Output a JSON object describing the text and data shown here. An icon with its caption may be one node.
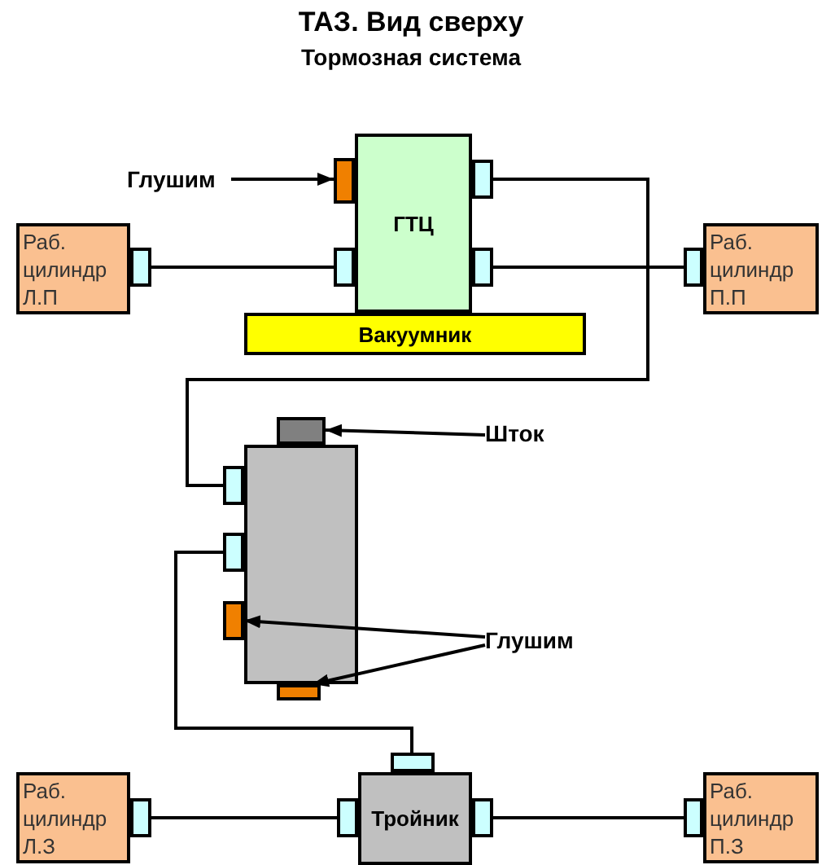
{
  "diagram": {
    "title": "ТАЗ. Вид сверху",
    "nodes": [
      {
        "text": [
          "Глушим"
        ]
      },
      {
        "text": [
          "Раб. цилиндр Л.П"
        ]
      },
      {
        "text": [
          "ГТЦ"
        ]
      },
      {
        "text": [],
        "shape": "box"
      },
      {
        "text": [
          "Раб. цилиндр П.П"
        ]
      },
      {
        "text": [
          "Вакуумник"
        ]
      },
      {
        "text": [
          "Шток"
        ]
      },
      {
        "text": [],
        "shape": "box"
      },
      {
        "text": [],
        "shape": "box"
      },
      {
        "text": [],
        "shape": "box"
      },
      {
        "text": [],
        "shape": "box"
      },
      {
        "text": [
          "Глушим"
        ]
      },
      {
        "text": [
          "Раб. цилиндр Л.З"
        ]
      },
      {
        "text": [
          "Тройник"
        ]
      },
      {
        "text": [
          "Раб. цилиндр П.З"
        ]
      }
    ],
    "edges": [
      {
        "from": 1,
        "to": 2,
        "arrow": "none"
      },
      {
        "from": 2,
        "to": 4,
        "arrow": "none"
      },
      {
        "from": 2,
        "to": 8,
        "arrow": "none"
      },
      {
        "from": 8,
        "to": 13,
        "arrow": "none"
      },
      {
        "from": 12,
        "to": 13,
        "arrow": "none"
      },
      {
        "from": 13,
        "to": 14,
        "arrow": "none"
      },
      {
        "from": 0,
        "to": 3,
        "arrow": "to"
      },
      {
        "from": 6,
        "to": 7,
        "arrow": "to"
      },
      {
        "from": 11,
        "to": 9,
        "arrow": "to"
      },
      {
        "from": 11,
        "to": 10,
        "arrow": "to"
      }
    ],
    "labels": [
      "Тормозная система"
    ]
  }
}
